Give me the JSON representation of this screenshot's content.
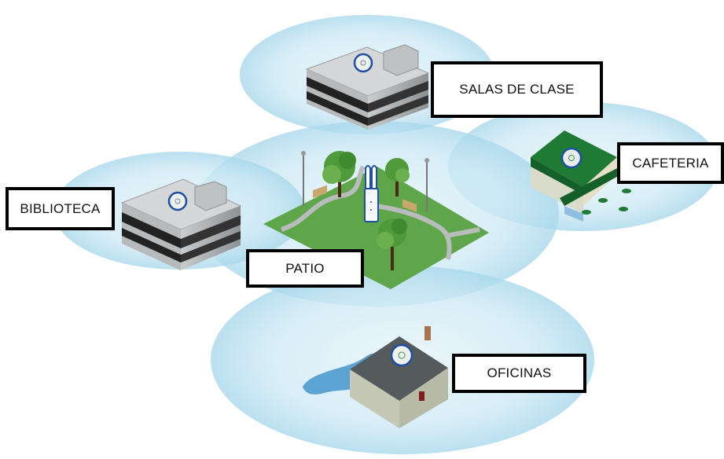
{
  "title": "Wireless coverage zones diagram",
  "colors": {
    "coverage_fill": "#a9d8ec",
    "access_point_ring": "#1f4fa0",
    "grass": "#5fa64a",
    "path": "#b9bcbc",
    "roof_green": "#1f7a34",
    "label_border": "#000000"
  },
  "zones": [
    {
      "id": "salas",
      "label": "SALAS DE CLASE",
      "building": "multi-storey-building"
    },
    {
      "id": "cafeteria",
      "label": "CAFETERIA",
      "building": "cafe-with-awning"
    },
    {
      "id": "biblioteca",
      "label": "BIBLIOTECA",
      "building": "multi-storey-building"
    },
    {
      "id": "patio",
      "label": "PATIO",
      "building": "park-with-outdoor-access-point"
    },
    {
      "id": "oficinas",
      "label": "OFICINAS",
      "building": "house-with-pond"
    }
  ]
}
